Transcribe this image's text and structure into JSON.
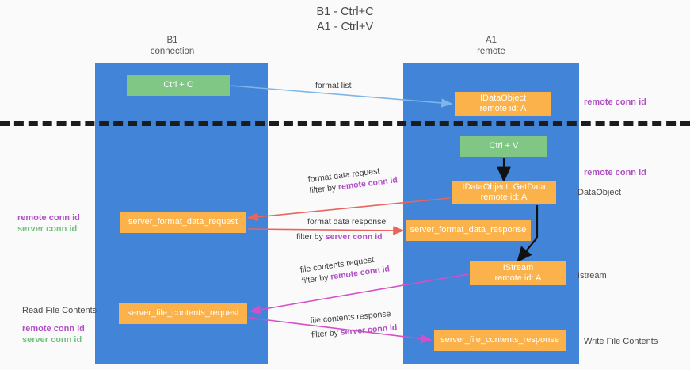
{
  "title": {
    "line1": "B1 - Ctrl+C",
    "line2": "A1 - Ctrl+V"
  },
  "columns": [
    {
      "name": "B1",
      "role": "connection"
    },
    {
      "name": "A1",
      "role": "remote"
    }
  ],
  "nodes": {
    "ctrl_c": {
      "label": "Ctrl + C",
      "color": "#80c684"
    },
    "idataobject": {
      "label": "IDataObject",
      "sublabel": "remote id: A",
      "color": "#fbb24a"
    },
    "ctrl_v": {
      "label": "Ctrl + V",
      "color": "#80c684"
    },
    "getdata": {
      "label": "IDataObject::GetData",
      "sublabel": "remote id: A",
      "color": "#fbb24a"
    },
    "server_format_data_request": {
      "label": "server_format_data_request",
      "color": "#fbb24a"
    },
    "server_format_data_response": {
      "label": "server_format_data_response",
      "color": "#fbb24a"
    },
    "istream": {
      "label": "IStream",
      "sublabel": "remote id: A",
      "color": "#fbb24a"
    },
    "server_file_contents_request": {
      "label": "server_file_contents_request",
      "color": "#fbb24a"
    },
    "server_file_contents_response": {
      "label": "server_file_contents_response",
      "color": "#fbb24a"
    }
  },
  "edge_labels": {
    "format_list": "format list",
    "format_data_request": "format data request",
    "format_data_request_filter_prefix": "filter by ",
    "format_data_request_filter_key": "remote conn id",
    "format_data_response": "format data response",
    "format_data_response_filter_prefix": "filter by ",
    "format_data_response_filter_key": "server conn id",
    "file_contents_request": "file contents request",
    "file_contents_request_filter_prefix": "filter by ",
    "file_contents_request_filter_key": "remote conn id",
    "file_contents_response": "file contents response",
    "file_contents_response_filter_prefix": "filter by ",
    "file_contents_response_filter_key": "server conn id"
  },
  "annotations": {
    "remote_conn_id_top": "remote conn id",
    "remote_conn_id_mid": "remote conn id",
    "dataobject": "DataObject",
    "istream": "Istream",
    "write_file_contents": "Write File Contents",
    "read_file_contents": "Read File Contents",
    "left_remote_conn_id": "remote conn id",
    "left_server_conn_id": "server conn id",
    "left2_remote_conn_id": "remote conn id",
    "left2_server_conn_id": "server conn id"
  },
  "colors": {
    "lane": "#4285d8",
    "green_node": "#80c684",
    "orange_node": "#fbb24a",
    "purple_text": "#b14fc4",
    "green_text": "#73c17a",
    "divider": "#1c1c1c",
    "arrow_blue": "#7fb6e8",
    "arrow_red": "#e8645c",
    "arrow_magenta": "#d64fc8",
    "arrow_black": "#111111",
    "background": "#fafafa"
  }
}
